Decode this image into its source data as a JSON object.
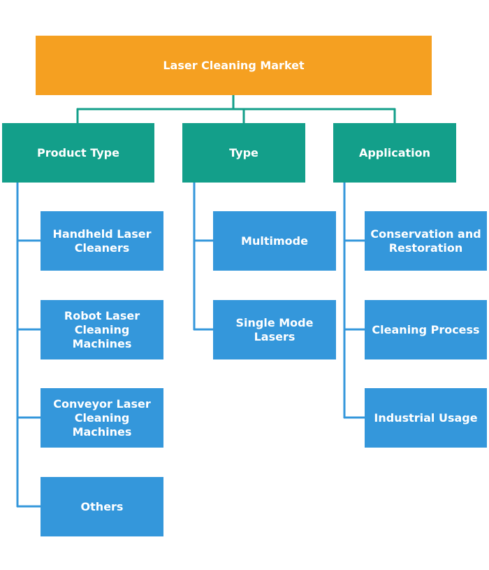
{
  "root": {
    "label": "Laser Cleaning Market"
  },
  "colors": {
    "root": "#f5a021",
    "category": "#139f8a",
    "leaf": "#3497db",
    "top_connector": "#139f8a",
    "branch_connector": "#3497db"
  },
  "categories": [
    {
      "label": "Product Type",
      "items": [
        {
          "label": "Handheld Laser Cleaners"
        },
        {
          "label": "Robot Laser Cleaning Machines"
        },
        {
          "label": "Conveyor Laser Cleaning Machines"
        },
        {
          "label": "Others"
        }
      ]
    },
    {
      "label": "Type",
      "items": [
        {
          "label": "Multimode"
        },
        {
          "label": "Single Mode Lasers"
        }
      ]
    },
    {
      "label": "Application",
      "items": [
        {
          "label": "Conservation and Restoration"
        },
        {
          "label": "Cleaning Process"
        },
        {
          "label": "Industrial Usage"
        }
      ]
    }
  ]
}
